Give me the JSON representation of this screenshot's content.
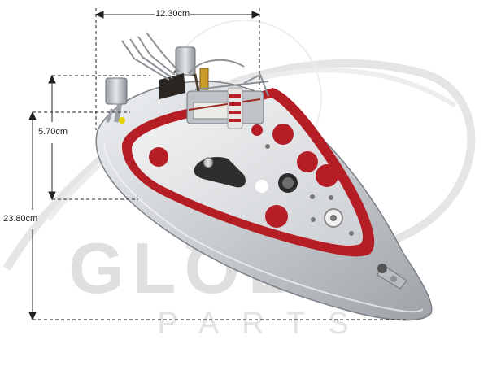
{
  "photo": {
    "subject": "steam-iron-soleplate",
    "watermark_text": "GLOBAL PARTS"
  },
  "dimensions": {
    "width_label": "12.30cm",
    "height_small_label": "5.70cm",
    "height_large_label": "23.80cm"
  },
  "colors": {
    "gasket": "#b51e24",
    "soleplate": "#cfd2d6",
    "plate": "#dfe2e5",
    "watermark": "#d8d8d8"
  }
}
